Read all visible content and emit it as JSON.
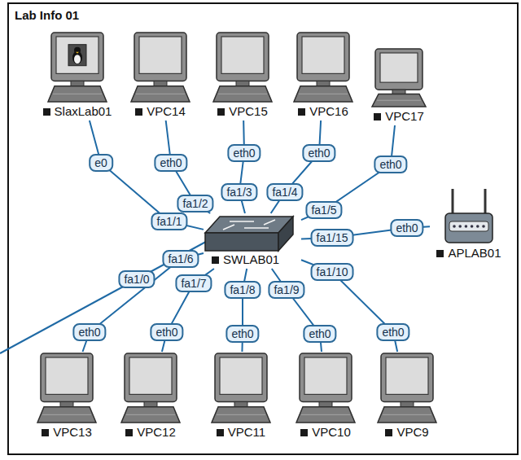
{
  "diagram": {
    "title": "Lab Info 01",
    "nodes": [
      {
        "text": [
          "SlaxLab01"
        ]
      },
      {
        "text": [
          "VPC14"
        ]
      },
      {
        "text": [
          "VPC15"
        ]
      },
      {
        "text": [
          "VPC16"
        ]
      },
      {
        "text": [
          "VPC17"
        ]
      },
      {
        "text": [
          "SWLAB01"
        ]
      },
      {
        "text": [
          "APLAB01"
        ]
      },
      {
        "text": [
          "VPC13"
        ]
      },
      {
        "text": [
          "VPC12"
        ]
      },
      {
        "text": [
          "VPC11"
        ]
      },
      {
        "text": [
          "VPC10"
        ]
      },
      {
        "text": [
          "VPC9"
        ]
      }
    ],
    "edges": [
      {
        "from": 0,
        "to": 5,
        "arrow": "none"
      },
      {
        "from": 1,
        "to": 5,
        "arrow": "none"
      },
      {
        "from": 2,
        "to": 5,
        "arrow": "none"
      },
      {
        "from": 3,
        "to": 5,
        "arrow": "none"
      },
      {
        "from": 4,
        "to": 5,
        "arrow": "none"
      },
      {
        "from": 6,
        "to": 5,
        "arrow": "none"
      },
      {
        "from": 7,
        "to": 5,
        "arrow": "none"
      },
      {
        "from": 8,
        "to": 5,
        "arrow": "none"
      },
      {
        "from": 9,
        "to": 5,
        "arrow": "none"
      },
      {
        "from": 10,
        "to": 5,
        "arrow": "none"
      },
      {
        "from": 11,
        "to": 5,
        "arrow": "none"
      }
    ],
    "labels": [
      "e0",
      "eth0",
      "eth0",
      "eth0",
      "eth0",
      "fa1/1",
      "fa1/2",
      "fa1/3",
      "fa1/4",
      "fa1/5",
      "eth0",
      "fa1/15",
      "fa1/0",
      "fa1/6",
      "fa1/7",
      "fa1/8",
      "fa1/9",
      "fa1/10",
      "eth0",
      "eth0",
      "eth0",
      "eth0",
      "eth0"
    ]
  }
}
